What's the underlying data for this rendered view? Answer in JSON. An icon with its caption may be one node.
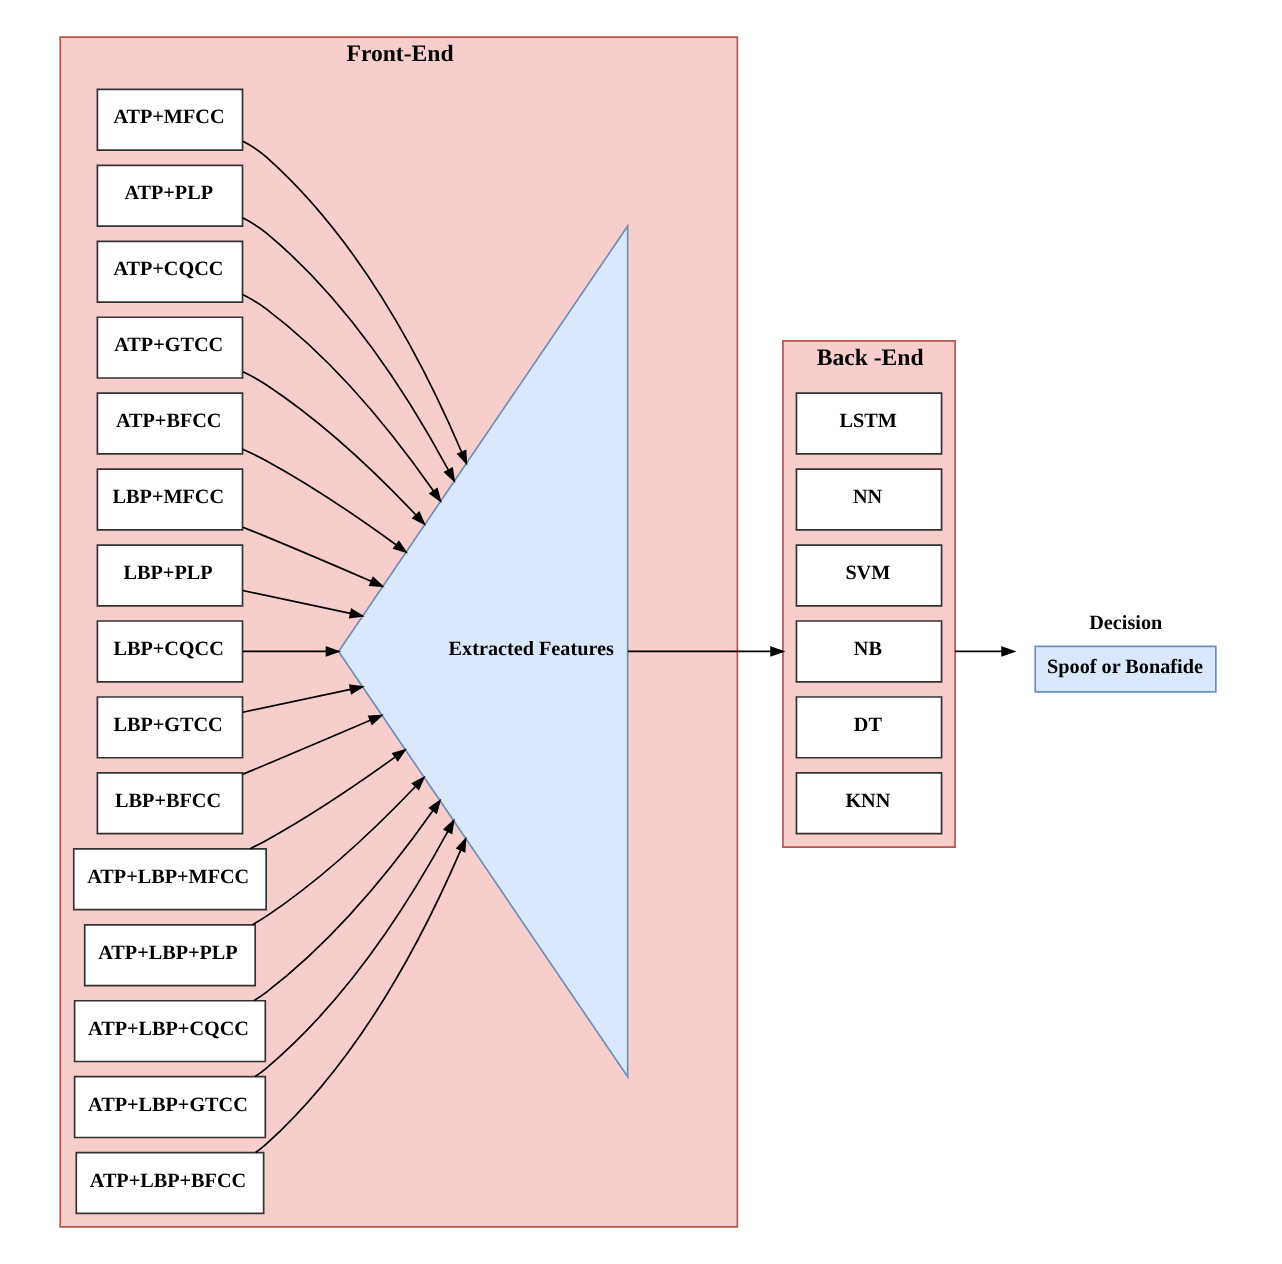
{
  "diagram": {
    "nodes": [
      {
        "text": [
          "Front-End"
        ]
      },
      {
        "text": [
          "ATP+MFCC"
        ],
        "in": 0
      },
      {
        "text": [
          "ATP+PLP"
        ],
        "in": 0
      },
      {
        "text": [
          "ATP+CQCC"
        ],
        "in": 0
      },
      {
        "text": [
          "ATP+GTCC"
        ],
        "in": 0
      },
      {
        "text": [
          "ATP+BFCC"
        ],
        "in": 0
      },
      {
        "text": [
          "LBP+MFCC"
        ],
        "in": 0
      },
      {
        "text": [
          "LBP+PLP"
        ],
        "in": 0
      },
      {
        "text": [
          "LBP+CQCC"
        ],
        "in": 0
      },
      {
        "text": [
          "LBP+GTCC"
        ],
        "in": 0
      },
      {
        "text": [
          "LBP+BFCC"
        ],
        "in": 0
      },
      {
        "text": [
          "ATP+LBP+MFCC"
        ],
        "in": 0
      },
      {
        "text": [
          "ATP+LBP+PLP"
        ],
        "in": 0
      },
      {
        "text": [
          "ATP+LBP+CQCC"
        ],
        "in": 0
      },
      {
        "text": [
          "ATP+LBP+GTCC"
        ],
        "in": 0
      },
      {
        "text": [
          "ATP+LBP+BFCC"
        ],
        "in": 0
      },
      {
        "text": [
          "Extracted Features"
        ],
        "in": 0
      },
      {
        "text": [
          "Back -End"
        ]
      },
      {
        "text": [
          "LSTM"
        ],
        "in": 17
      },
      {
        "text": [
          "NN"
        ],
        "in": 17
      },
      {
        "text": [
          "SVM"
        ],
        "in": 17
      },
      {
        "text": [
          "NB"
        ],
        "in": 17
      },
      {
        "text": [
          "DT"
        ],
        "in": 17
      },
      {
        "text": [
          "KNN"
        ],
        "in": 17
      },
      {
        "text": [
          "Decision",
          "Spoof or Bonafide"
        ]
      }
    ],
    "edges": [
      {
        "from": 1,
        "to": 16,
        "arrow": "to"
      },
      {
        "from": 2,
        "to": 16,
        "arrow": "to"
      },
      {
        "from": 3,
        "to": 16,
        "arrow": "to"
      },
      {
        "from": 4,
        "to": 16,
        "arrow": "to"
      },
      {
        "from": 5,
        "to": 16,
        "arrow": "to"
      },
      {
        "from": 6,
        "to": 16,
        "arrow": "to"
      },
      {
        "from": 7,
        "to": 16,
        "arrow": "to"
      },
      {
        "from": 8,
        "to": 16,
        "arrow": "to"
      },
      {
        "from": 9,
        "to": 16,
        "arrow": "to"
      },
      {
        "from": 10,
        "to": 16,
        "arrow": "to"
      },
      {
        "from": 11,
        "to": 16,
        "arrow": "to"
      },
      {
        "from": 12,
        "to": 16,
        "arrow": "to"
      },
      {
        "from": 13,
        "to": 16,
        "arrow": "to"
      },
      {
        "from": 14,
        "to": 16,
        "arrow": "to"
      },
      {
        "from": 15,
        "to": 16,
        "arrow": "to"
      },
      {
        "from": 16,
        "to": 17,
        "arrow": "to"
      },
      {
        "from": 17,
        "to": 24,
        "arrow": "to"
      }
    ]
  }
}
